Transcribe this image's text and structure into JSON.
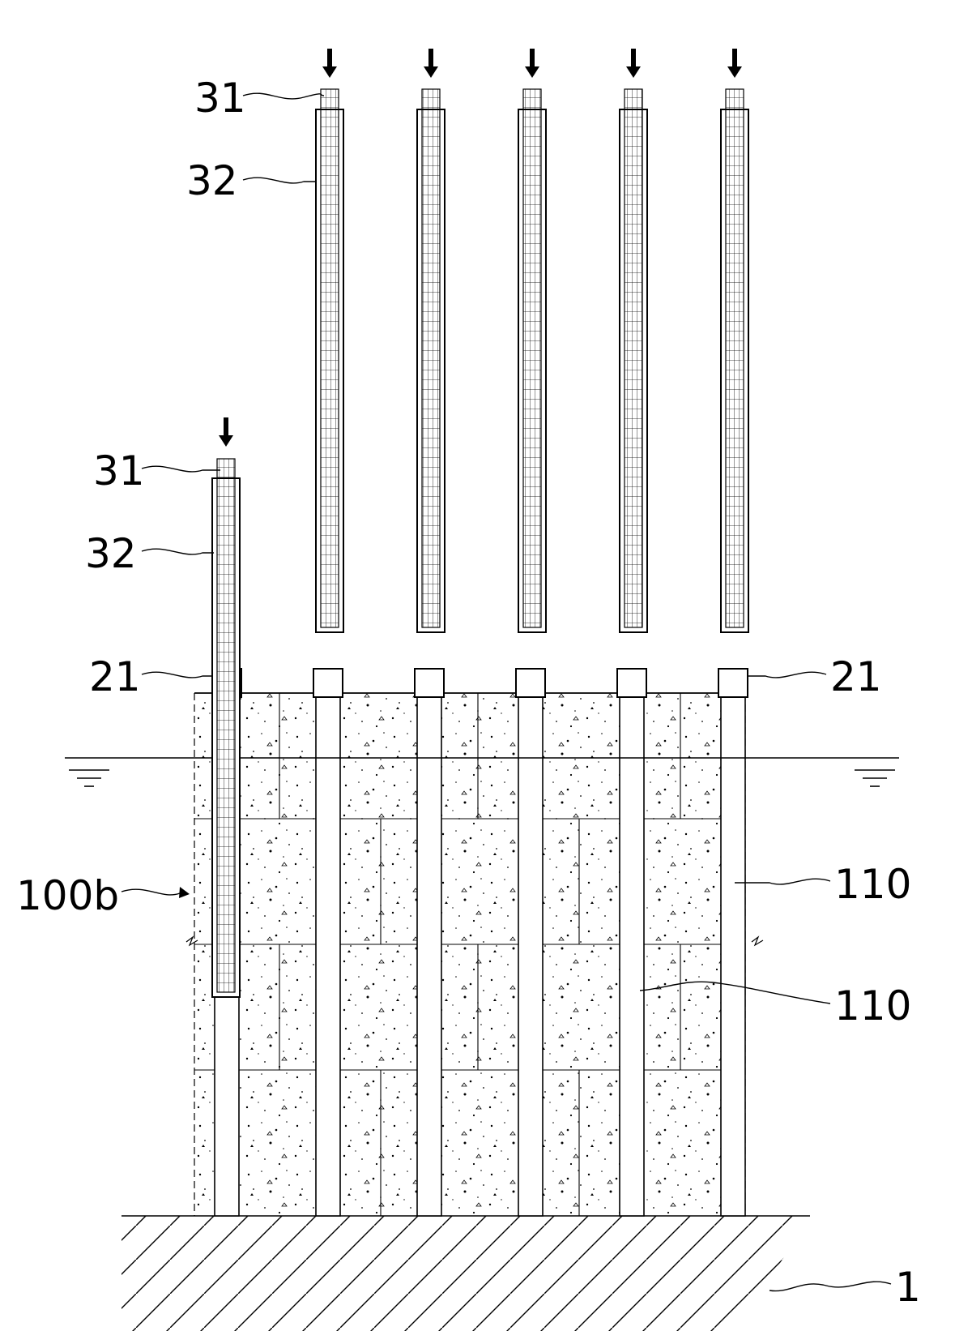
{
  "labels": {
    "cage_upper_31": "31",
    "casing_upper_32": "32",
    "cage_lower_31": "31",
    "casing_lower_32": "32",
    "guide_left_21": "21",
    "guide_right_21": "21",
    "wall_100b": "100b",
    "hole_upper_110": "110",
    "hole_lower_110": "110",
    "ground_1": "1"
  },
  "colors": {
    "line": "#000000",
    "background": "#ffffff"
  },
  "icons": {
    "push_arrow": "down-arrow-icon",
    "water_level": "water-level-symbol",
    "ground": "hatched-ground"
  }
}
